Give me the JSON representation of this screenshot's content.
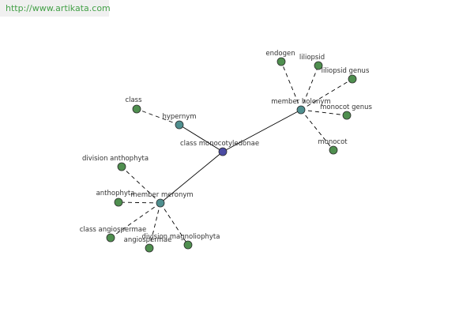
{
  "header": {
    "url_text": "http://www.artikata.com"
  },
  "colors": {
    "root": "#4b4ba3",
    "hub": "#4f8f8f",
    "leaf": "#4f8f4f",
    "edge": "#000000"
  },
  "graph": {
    "root": "class monocotyledonae",
    "hubs": [
      {
        "label": "hypernym",
        "leaves": [
          "class"
        ]
      },
      {
        "label": "member holonym",
        "leaves": [
          "endogen",
          "liliopsid",
          "liliopsid genus",
          "monocot genus",
          "monocot"
        ]
      },
      {
        "label": "member meronym",
        "leaves": [
          "division anthophyta",
          "anthophyta",
          "class angiospermae",
          "angiospermae",
          "division magnoliophyta"
        ]
      }
    ]
  }
}
